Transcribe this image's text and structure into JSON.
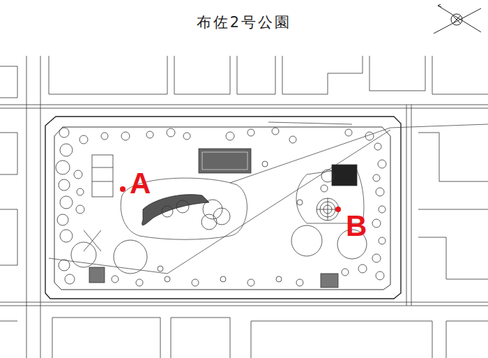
{
  "diagram": {
    "title": "布佐2号公園",
    "labels": [
      "A",
      "B"
    ]
  }
}
